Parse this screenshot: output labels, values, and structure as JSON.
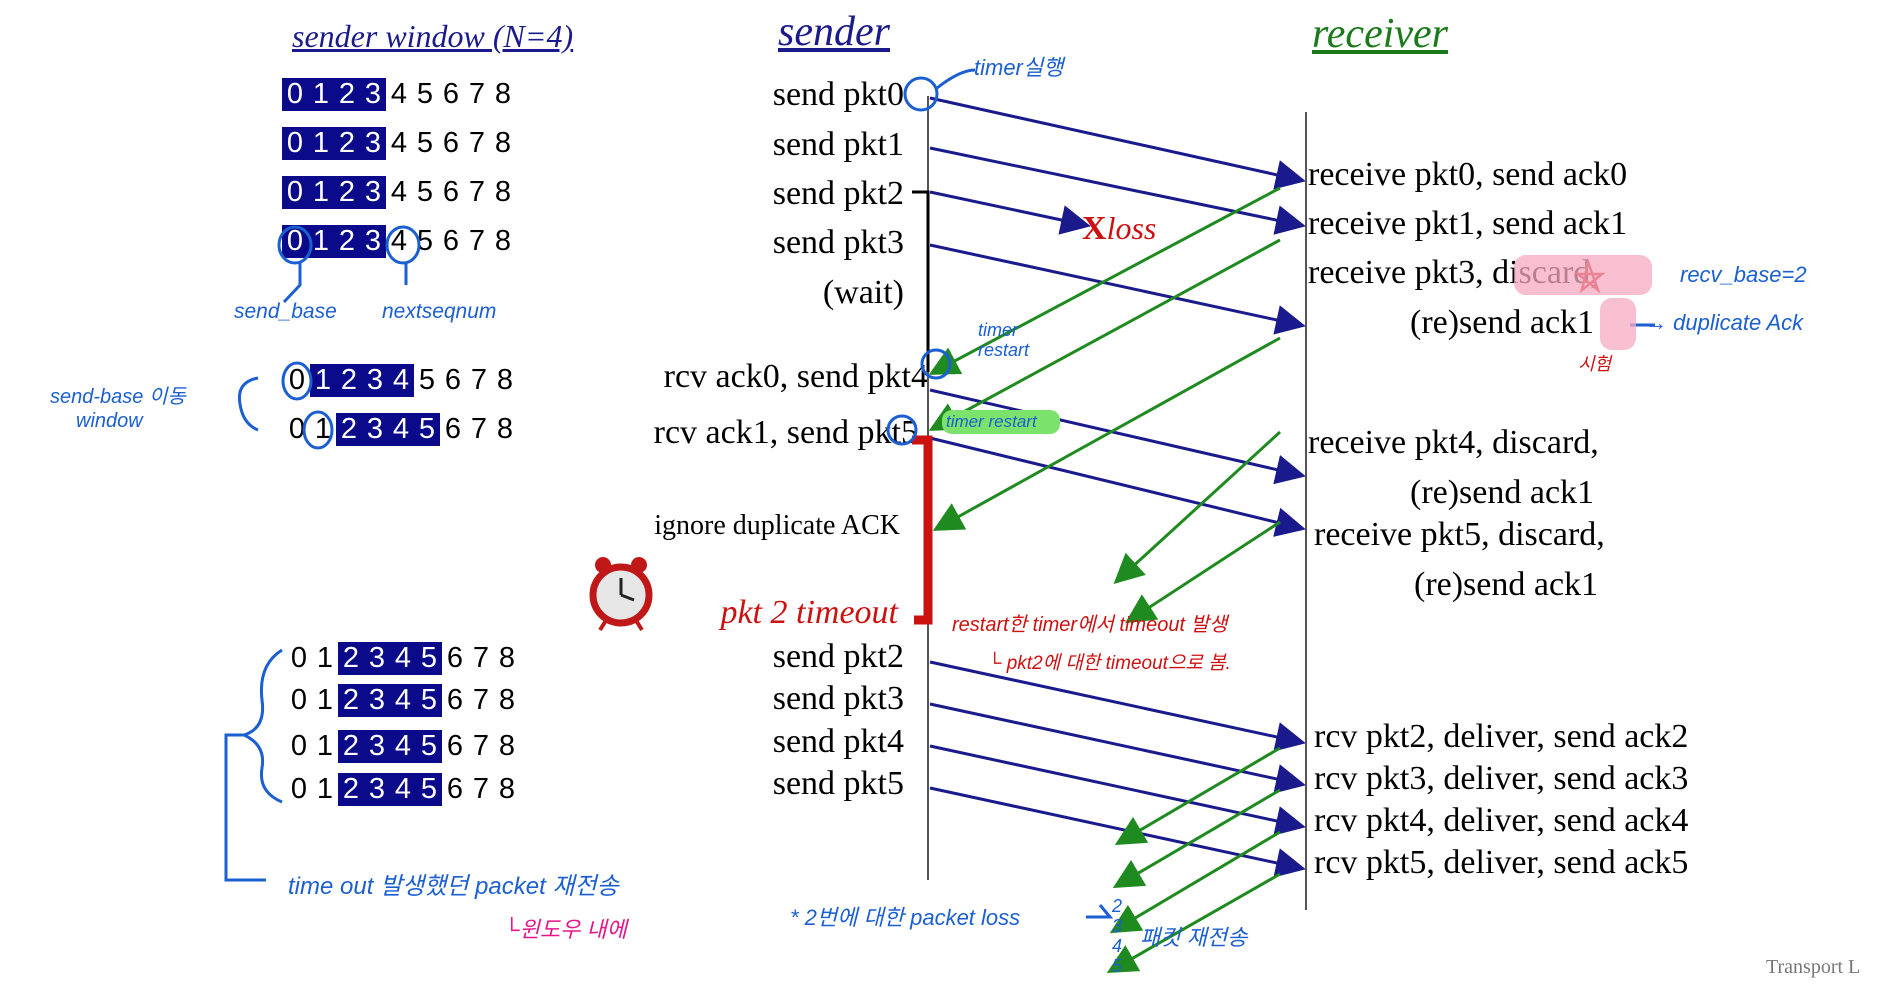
{
  "colors": {
    "sender_arrow": "#1a1a8c",
    "receiver_arrow": "#1f8a1f",
    "loss": "#cc1111",
    "annotation_blue": "#1b5fd0",
    "annotation_red": "#cc1111",
    "annotation_pink": "#e8158a",
    "window_fill": "#0a0a8a"
  },
  "headers": {
    "window_title": "sender window (N=4)",
    "sender": "sender",
    "receiver": "receiver"
  },
  "window_digits": [
    "0",
    "1",
    "2",
    "3",
    "4",
    "5",
    "6",
    "7",
    "8"
  ],
  "windows": [
    {
      "start": 0,
      "end": 3
    },
    {
      "start": 0,
      "end": 3
    },
    {
      "start": 0,
      "end": 3
    },
    {
      "start": 0,
      "end": 3
    },
    {
      "start": 1,
      "end": 4
    },
    {
      "start": 2,
      "end": 5
    },
    {
      "start": 2,
      "end": 5
    },
    {
      "start": 2,
      "end": 5
    },
    {
      "start": 2,
      "end": 5
    },
    {
      "start": 2,
      "end": 5
    }
  ],
  "sender_events": [
    "send  pkt0",
    "send  pkt1",
    "send  pkt2",
    "send  pkt3",
    "(wait)",
    "rcv ack0, send pkt4",
    "rcv ack1, send pkt5",
    "ignore duplicate ACK",
    "pkt 2 timeout",
    "send  pkt2",
    "send  pkt3",
    "send  pkt4",
    "send  pkt5"
  ],
  "receiver_events": [
    "receive pkt0, send ack0",
    "receive pkt1, send ack1",
    "receive pkt3, discard,",
    "(re)send ack1",
    "receive pkt4, discard,",
    "(re)send ack1",
    "receive pkt5, discard,",
    "(re)send ack1",
    "rcv pkt2, deliver, send ack2",
    "rcv pkt3, deliver, send ack3",
    "rcv pkt4, deliver, send ack4",
    "rcv pkt5, deliver, send ack5"
  ],
  "loss_marker": {
    "x": "X",
    "text": "loss"
  },
  "annotations": {
    "timer_start": "timer실행",
    "send_base": "send_base",
    "nextseqnum": "nextseqnum",
    "send_base_move": "send-base 이동",
    "window": "window",
    "timer_restart_1": "timer restart",
    "timer_restart_2": "timer restart",
    "recv_base": "recv_base=2",
    "duplicate_ack": "→ duplicate Ack",
    "discard_note": "시험",
    "restart_timeout": "restart한 timer에서 timeout 발생",
    "pkt2_timeout_note": "└ pkt2에 대한 timeout으로 봄.",
    "resend_note": "time out 발생했던 packet 재전송",
    "window_inner": "└윈도우 내에",
    "loss_note": "* 2번에 대한 packet loss",
    "resend_nums": [
      "2",
      "3",
      "4",
      "5"
    ],
    "resend_packets": "패킷 재전송"
  },
  "footer": "Transport L"
}
